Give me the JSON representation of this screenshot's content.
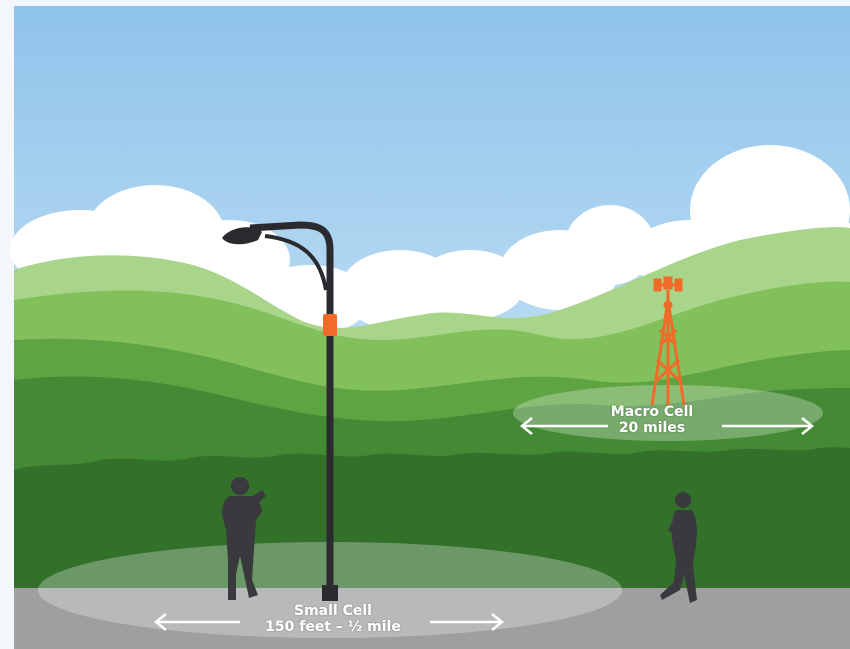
{
  "scene": {
    "sky_color_top": "#8fc3ea",
    "sky_color_bottom": "#d8eefb",
    "ground_color": "#a0a0a2",
    "tower_color": "#f06a28",
    "small_cell_accent": "#f06a28",
    "silhouette_color": "#3a3a3e"
  },
  "labels": {
    "macro_cell_title": "Macro Cell",
    "macro_cell_range": "20 miles",
    "small_cell_title": "Small Cell",
    "small_cell_range": "150 feet – ½ mile"
  },
  "icons": {
    "streetlight": "streetlight-icon",
    "cell_tower": "cell-tower-icon",
    "person_phone": "person-phone-icon",
    "person_walking": "person-walking-icon"
  }
}
